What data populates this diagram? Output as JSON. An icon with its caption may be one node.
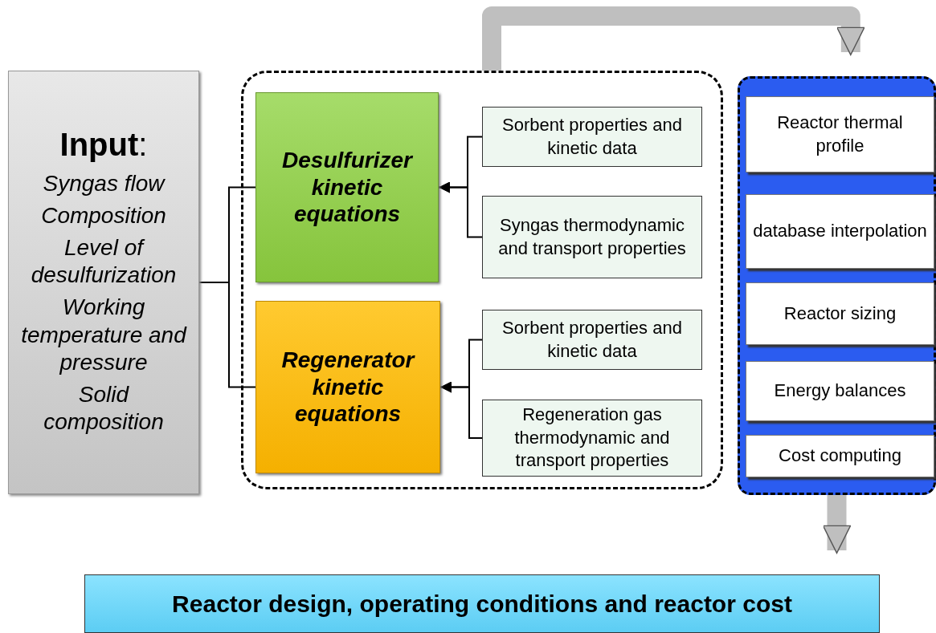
{
  "diagram": {
    "nodes": [
      {
        "text": [
          "**Input**:",
          "Syngas flow",
          "Composition",
          "Level of desulfurization",
          "Working temperature and pressure",
          "Solid composition"
        ]
      },
      {
        "text": [],
        "shape": "box"
      },
      {
        "text": [
          "Desulfurizer kinetic equations"
        ],
        "in": 1
      },
      {
        "text": [
          "Sorbent properties and kinetic data"
        ],
        "in": 1
      },
      {
        "text": [
          "Syngas thermodynamic and transport properties"
        ],
        "in": 1
      },
      {
        "text": [
          "Regenerator kinetic equations"
        ],
        "in": 1
      },
      {
        "text": [
          "Sorbent properties and kinetic data"
        ],
        "in": 1
      },
      {
        "text": [
          "Regeneration gas thermodynamic and transport properties"
        ],
        "in": 1
      },
      {
        "text": [],
        "shape": "box"
      },
      {
        "text": [
          "Reactor thermal profile"
        ],
        "in": 8
      },
      {
        "text": [
          "database interpolation"
        ],
        "in": 8
      },
      {
        "text": [
          "Reactor sizing"
        ],
        "in": 8
      },
      {
        "text": [
          "Energy balances"
        ],
        "in": 8
      },
      {
        "text": [
          "Cost computing"
        ],
        "in": 8
      },
      {
        "text": [
          "Reactor design, operating conditions and reactor cost"
        ]
      }
    ],
    "edges": [
      {
        "from": 0,
        "to": 2,
        "arrow": "none"
      },
      {
        "from": 0,
        "to": 5,
        "arrow": "none"
      },
      {
        "from": 3,
        "to": 2,
        "arrow": "to"
      },
      {
        "from": 4,
        "to": 2,
        "arrow": "to"
      },
      {
        "from": 6,
        "to": 5,
        "arrow": "to"
      },
      {
        "from": 7,
        "to": 5,
        "arrow": "to"
      },
      {
        "from": 1,
        "to": 8,
        "arrow": "to",
        "style": "thick",
        "color": "#bfbfbf"
      },
      {
        "from": 8,
        "to": 14,
        "arrow": "to",
        "style": "thick",
        "color": "#bfbfbf"
      }
    ]
  }
}
